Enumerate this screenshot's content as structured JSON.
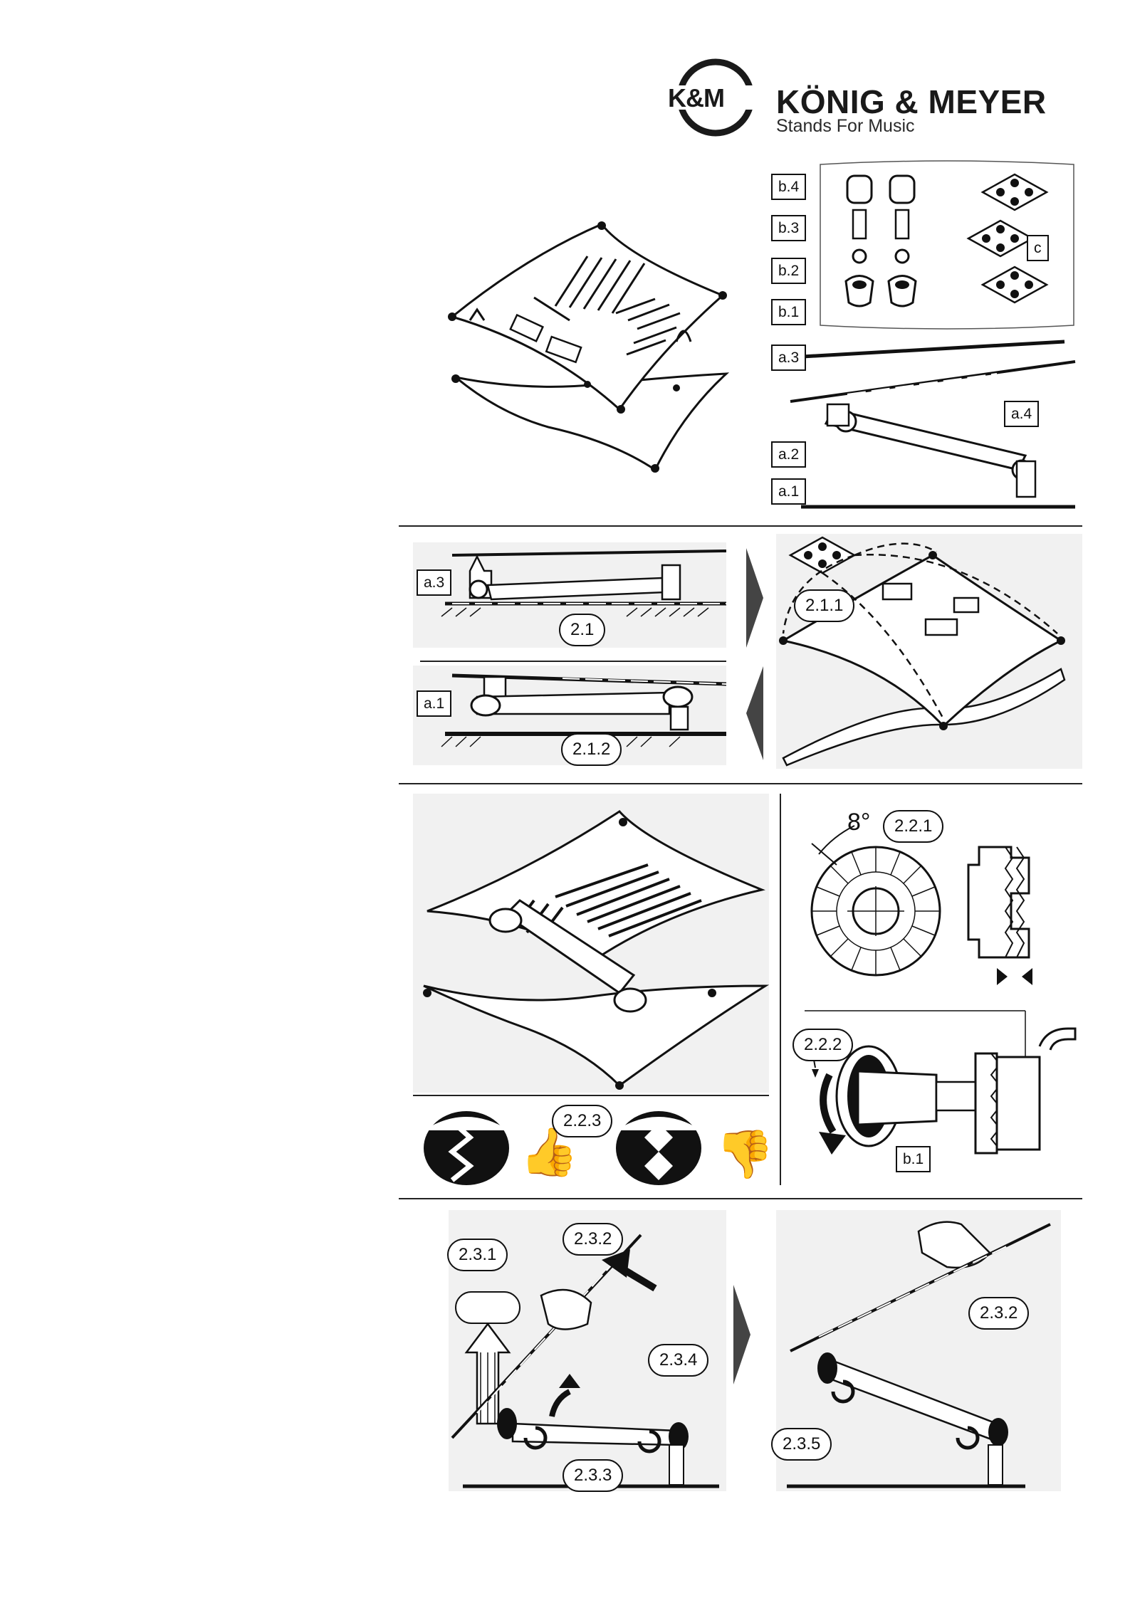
{
  "header": {
    "logo_text": "K&M",
    "brand_name": "KÖNIG & MEYER",
    "tagline": "Stands For Music"
  },
  "parts": {
    "b4": "b.4",
    "b3": "b.3",
    "b2": "b.2",
    "b1": "b.1",
    "c": "c",
    "a3": "a.3",
    "a4": "a.4",
    "a2": "a.2",
    "a1": "a.1"
  },
  "step1": {
    "s21": "2.1",
    "s212": "2.1.2",
    "s211": "2.1.1",
    "a3": "a.3",
    "a1": "a.1"
  },
  "step2": {
    "s221": "2.2.1",
    "angle": "8°",
    "s222": "2.2.2",
    "b1": "b.1",
    "s223": "2.2.3"
  },
  "step3": {
    "s231": "2.3.1",
    "s232a": "2.3.2",
    "s234": "2.3.4",
    "s233": "2.3.3",
    "s232b": "2.3.2",
    "s235": "2.3.5"
  }
}
